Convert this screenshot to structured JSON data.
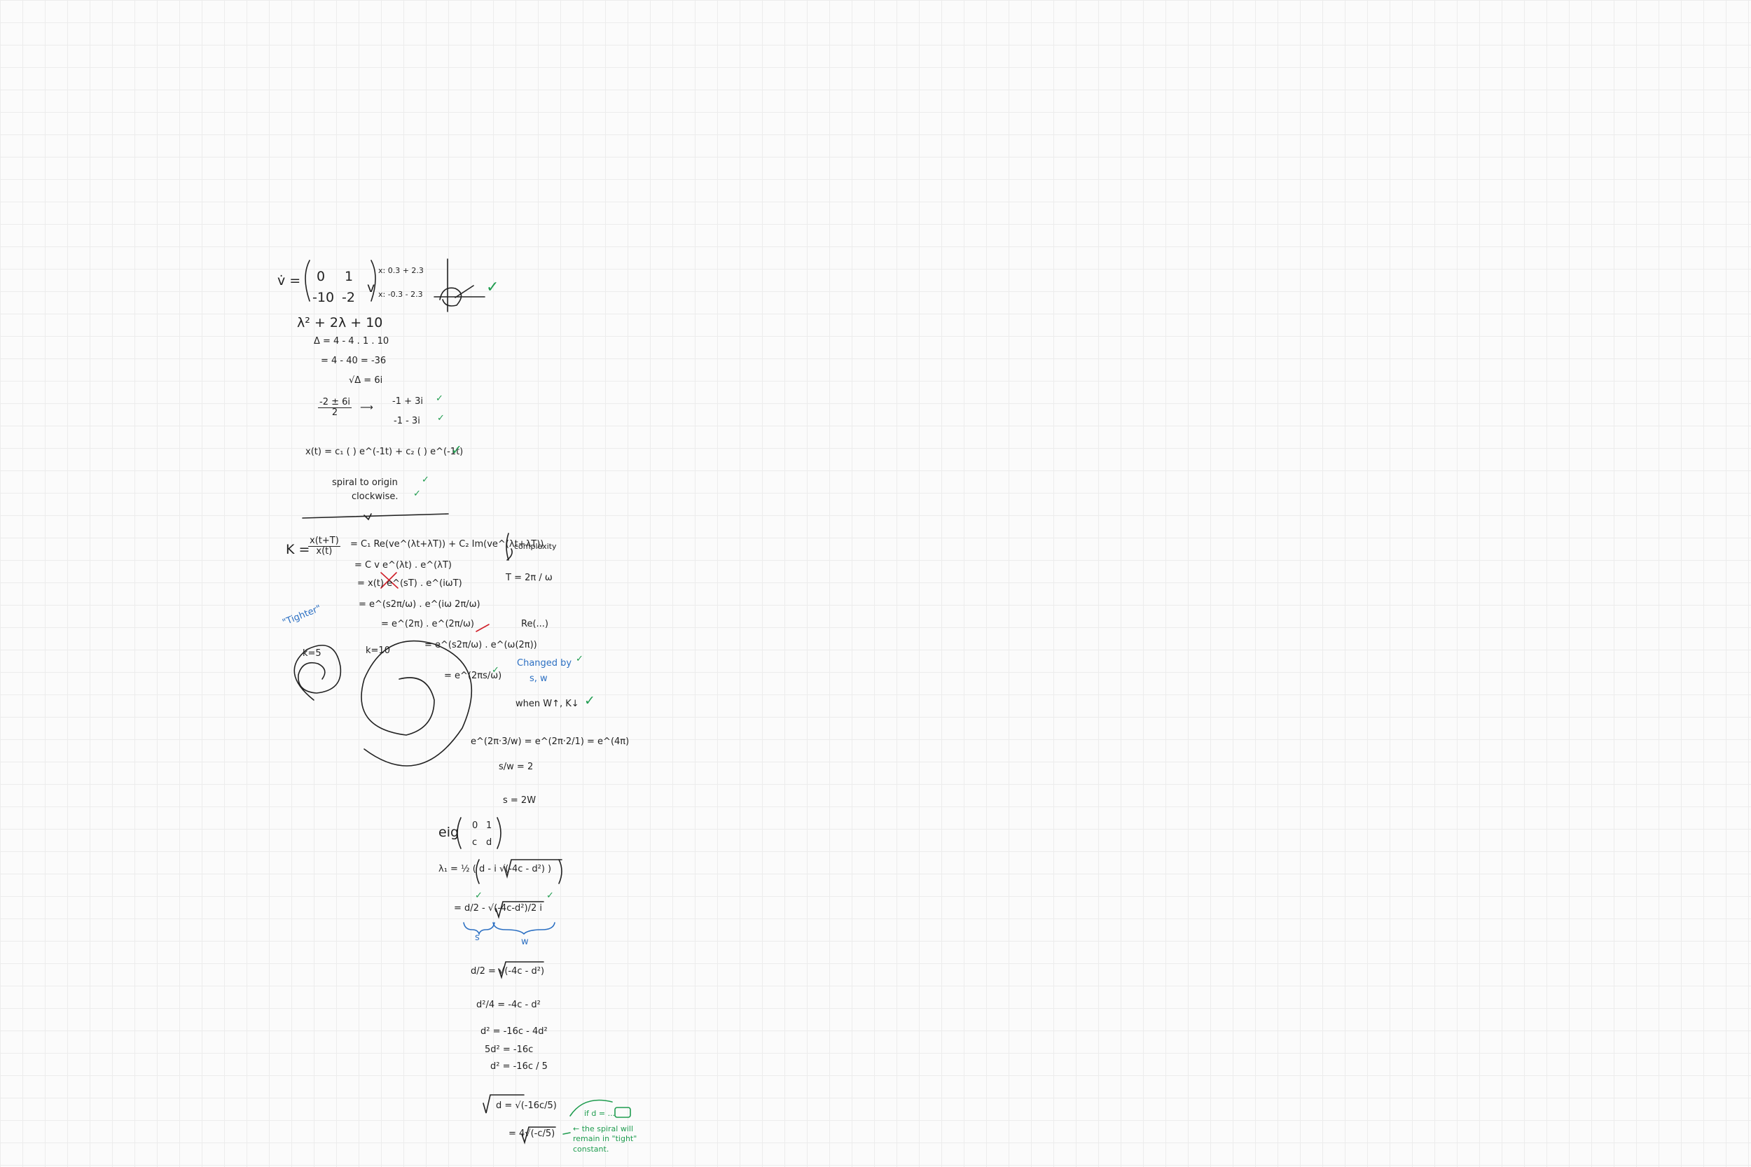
{
  "notes": {
    "system": {
      "lhs": "v̇ =",
      "matrix": [
        "0",
        "1",
        "-10",
        "-2"
      ],
      "v": "v",
      "vec1": "x: 0.3 + 2.3",
      "vec2": "x: -0.3 - 2.3"
    },
    "char_poly": "λ² + 2λ + 10",
    "disc1": "Δ = 4 - 4 . 1 . 10",
    "disc2": "= 4 - 40 = -36",
    "sqrt_disc": "√Δ = 6i",
    "roots_num": "-2 ± 6i",
    "roots_den": "2",
    "root1": "-1 + 3i",
    "root2": "-1 - 3i",
    "solution": "x(t) = c₁ (  ) e^(-1t) + c₂ (  ) e^(-1t)",
    "spiral_line1": "spiral to origin",
    "spiral_line2": "clockwise.",
    "ratio": {
      "k": "K =",
      "num": "x(t+T)",
      "den": "x(t)",
      "rhs": "= C₁ Re(ve^(λt+λT)) + C₂ Im(ve^(λt+λT))",
      "complexity": "complexity"
    },
    "steps": [
      "= C v e^(λt) . e^(λT)",
      "= x(t) e^(sT) . e^(iωT)",
      "= e^(s2π/ω) . e^(iω 2π/ω)",
      "= e^(2π) . e^(2π/ω)",
      "= e^(s2π/ω) . e^(ω(2π))",
      "= e^(2πs/ω)"
    ],
    "period_T": "T = 2π / ω",
    "re_label": "Re(...)",
    "tighter": "\"Tighter\"",
    "k5": "k=5",
    "k10": "k=10",
    "changed_by_1": "Changed by",
    "changed_by_2": "s, w",
    "when": "when W↑, K↓",
    "eq_e": "e^(2π·3/w) = e^(2π·2/1) = e^(4π)",
    "s_over_w": "s/w = 2",
    "s2w": "s = 2W",
    "eig_label": "eig",
    "eig_matrix": [
      "0",
      "1",
      "c",
      "d"
    ],
    "lambda": "λ₁ = ½ ( d - i √(-4c - d²) )",
    "split_a": "= d/2 - √(-4c-d²)/2 i",
    "s_label": "s",
    "w_label": "w",
    "eq1": "d/2 = √(-4c - d²)",
    "eq2": "d²/4 = -4c - d²",
    "eq3": "d² = -16c - 4d²",
    "eq4": "5d² = -16c",
    "eq5": "d² = -16c / 5",
    "eq6": "d = √(-16c/5)",
    "eq7": "= 4√(-c/5)",
    "note_if": "if d = ...",
    "note_spiral": "← the spiral will\nremain in \"tight\"\nconstant."
  }
}
